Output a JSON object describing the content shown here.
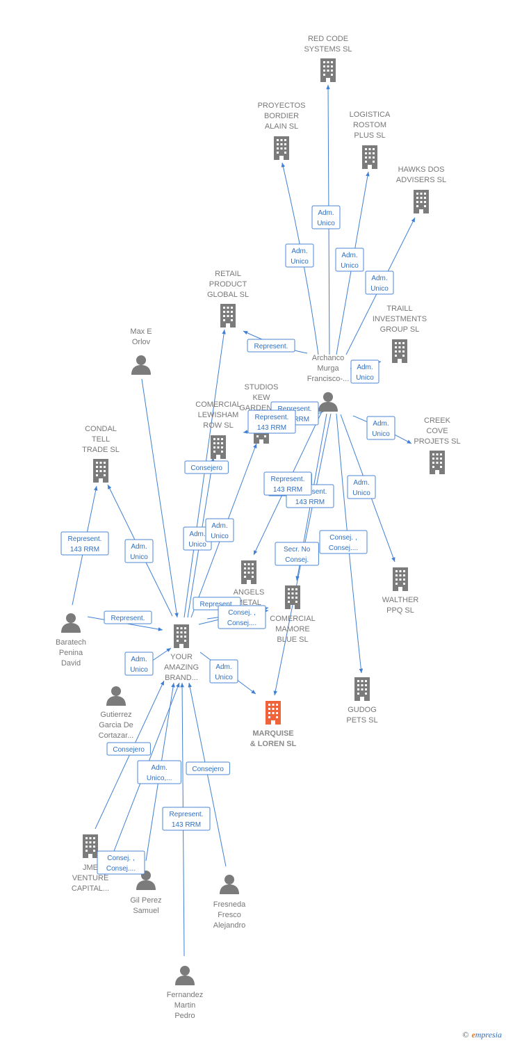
{
  "colors": {
    "node": "#7b7b7b",
    "focus": "#f0643c",
    "edge": "#3f7fd4",
    "label": "#2f6fc2"
  },
  "nodes": [
    {
      "id": "red_code",
      "type": "company",
      "lines": [
        "RED CODE",
        "SYSTEMS  SL"
      ]
    },
    {
      "id": "proyectos",
      "type": "company",
      "lines": [
        "PROYECTOS",
        "BORDIER",
        "ALAIN  SL"
      ]
    },
    {
      "id": "logistica",
      "type": "company",
      "lines": [
        "LOGISTICA",
        "ROSTOM",
        "PLUS  SL"
      ]
    },
    {
      "id": "hawks",
      "type": "company",
      "lines": [
        "HAWKS DOS",
        "ADVISERS  SL"
      ]
    },
    {
      "id": "retail",
      "type": "company",
      "lines": [
        "RETAIL",
        "PRODUCT",
        "GLOBAL  SL"
      ]
    },
    {
      "id": "traill",
      "type": "company",
      "lines": [
        "TRAILL",
        "INVESTMENTS",
        "GROUP  SL"
      ]
    },
    {
      "id": "max",
      "type": "person",
      "lines": [
        "Max E",
        "Orlov"
      ]
    },
    {
      "id": "archanco",
      "type": "person",
      "lines": [
        "Archanco",
        "Murga",
        "Francisco-..."
      ]
    },
    {
      "id": "studios",
      "type": "company",
      "lines": [
        "STUDIOS",
        "KEW",
        "GARDENS..."
      ]
    },
    {
      "id": "comercial_lew",
      "type": "company",
      "lines": [
        "COMERCIAL",
        "LEWISHAM",
        "ROW  SL"
      ]
    },
    {
      "id": "creek",
      "type": "company",
      "lines": [
        "CREEK",
        "COVE",
        "PROJETS  SL"
      ]
    },
    {
      "id": "condal",
      "type": "company",
      "lines": [
        "CONDAL",
        "TELL",
        "TRADE  SL"
      ]
    },
    {
      "id": "angels",
      "type": "company",
      "lines": [
        "ANGELS",
        "METAL",
        "...RATE"
      ]
    },
    {
      "id": "comercial_mam",
      "type": "company",
      "lines": [
        "COMERCIAL",
        "MAMORE",
        "BLUE  SL"
      ]
    },
    {
      "id": "walther",
      "type": "company",
      "lines": [
        "WALTHER",
        "PPQ  SL"
      ]
    },
    {
      "id": "baratech",
      "type": "person",
      "lines": [
        "Baratech",
        "Penina",
        "David"
      ]
    },
    {
      "id": "your_amazing",
      "type": "company",
      "lines": [
        "YOUR",
        "AMAZING",
        "BRAND..."
      ]
    },
    {
      "id": "gutierrez",
      "type": "person",
      "lines": [
        "Gutierrez",
        "Garcia De",
        "Cortazar..."
      ]
    },
    {
      "id": "marquise",
      "type": "focus",
      "lines": [
        "MARQUISE",
        "& LOREN  SL"
      ]
    },
    {
      "id": "gudog",
      "type": "company",
      "lines": [
        "GUDOG",
        "PETS SL"
      ]
    },
    {
      "id": "jme",
      "type": "company",
      "lines": [
        "JME",
        "VENTURE",
        "CAPITAL..."
      ]
    },
    {
      "id": "gil",
      "type": "person",
      "lines": [
        "Gil Perez",
        "Samuel"
      ]
    },
    {
      "id": "fresneda",
      "type": "person",
      "lines": [
        "Fresneda",
        "Fresco",
        "Alejandro"
      ]
    },
    {
      "id": "fernandez",
      "type": "person",
      "lines": [
        "Fernandez",
        "Martin",
        "Pedro"
      ]
    }
  ],
  "edge_labels": [
    {
      "id": "l1",
      "lines": [
        "Adm.",
        "Unico"
      ]
    },
    {
      "id": "l2",
      "lines": [
        "Adm.",
        "Unico"
      ]
    },
    {
      "id": "l3",
      "lines": [
        "Adm.",
        "Unico"
      ]
    },
    {
      "id": "l4",
      "lines": [
        "Adm.",
        "Unico"
      ]
    },
    {
      "id": "l5",
      "lines": [
        "Represent."
      ]
    },
    {
      "id": "l6",
      "lines": [
        "Adm.",
        "Unico"
      ]
    },
    {
      "id": "l7",
      "lines": [
        "Represent.",
        "143 RRM"
      ]
    },
    {
      "id": "l8",
      "lines": [
        "Represent.",
        "143 RRM"
      ]
    },
    {
      "id": "l9",
      "lines": [
        "Adm.",
        "Unico"
      ]
    },
    {
      "id": "l10",
      "lines": [
        "Adm.",
        "Unico...."
      ]
    },
    {
      "id": "l11",
      "lines": [
        "Consejero"
      ]
    },
    {
      "id": "l12",
      "lines": [
        "Represent.",
        "143 RRM"
      ]
    },
    {
      "id": "l13",
      "lines": [
        "Represent.",
        "143 RRM"
      ]
    },
    {
      "id": "l14",
      "lines": [
        "Adm.",
        "Unico"
      ]
    },
    {
      "id": "l15",
      "lines": [
        "Adm.",
        "Unico"
      ]
    },
    {
      "id": "l16",
      "lines": [
        "Adm.",
        "Unico"
      ]
    },
    {
      "id": "l17",
      "lines": [
        "Represent.",
        "143 RRM"
      ]
    },
    {
      "id": "l18",
      "lines": [
        "Adm.",
        "Unico"
      ]
    },
    {
      "id": "l19",
      "lines": [
        "Represent."
      ]
    },
    {
      "id": "l20",
      "lines": [
        "Represent."
      ]
    },
    {
      "id": "l21",
      "lines": [
        "Consej. ,",
        "Consej...."
      ]
    },
    {
      "id": "l22",
      "lines": [
        "Adm.",
        "Unico"
      ]
    },
    {
      "id": "l23",
      "lines": [
        "Adm.",
        "Unico"
      ]
    },
    {
      "id": "l24",
      "lines": [
        "Consejero"
      ]
    },
    {
      "id": "l25",
      "lines": [
        "Adm.",
        "Unico,..."
      ]
    },
    {
      "id": "l26",
      "lines": [
        "Consejero"
      ]
    },
    {
      "id": "l27",
      "lines": [
        "Represent.",
        "143 RRM"
      ]
    },
    {
      "id": "l28",
      "lines": [
        "Consej. ,",
        "Consej...."
      ]
    },
    {
      "id": "l29",
      "lines": [
        "Secr.  No",
        "Consej."
      ]
    },
    {
      "id": "l30",
      "lines": [
        "Consej. ,",
        "Consej...."
      ]
    }
  ],
  "brand": {
    "symbol": "©",
    "first": "e",
    "rest": "mpresia"
  }
}
